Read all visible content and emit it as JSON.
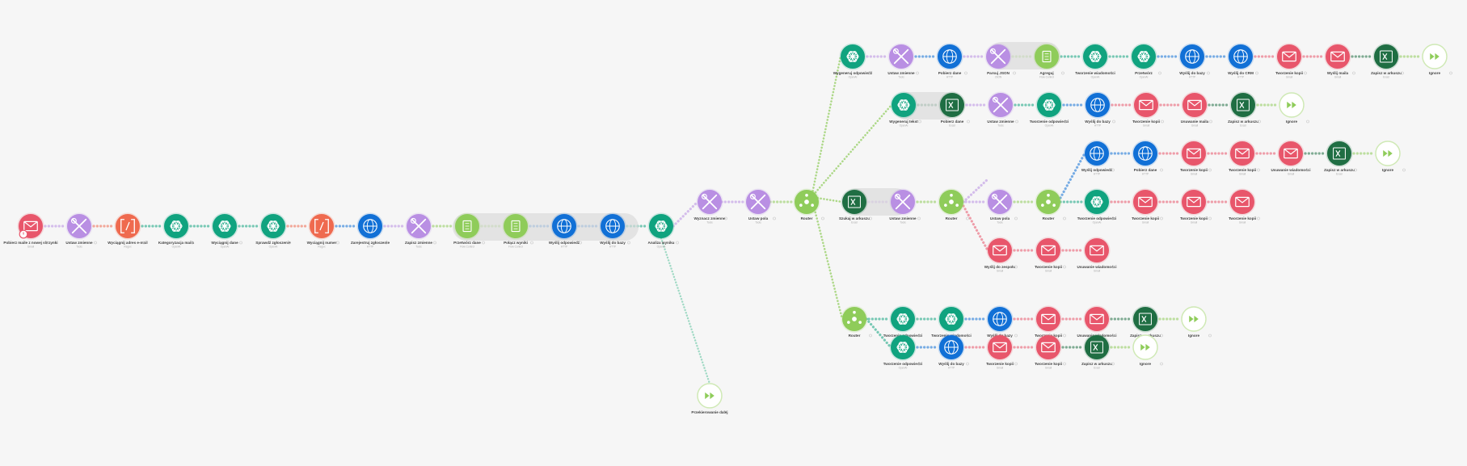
{
  "colors": {
    "canvas": "#f6f6f6",
    "email": "#e8566b",
    "tools": "#b98fe3",
    "regex": "#ef6a4f",
    "openai": "#10a37f",
    "http": "#1170d6",
    "router": "#8fcc5a",
    "excel": "#1f6e43",
    "flow": "#8fcc5a",
    "ignore": "#8fcc5a"
  },
  "main_row": [
    {
      "type": "email",
      "label": "Pobierz maile z nowej skrzynki",
      "sub": "Gmail"
    },
    {
      "type": "tools",
      "label": "Ustaw zmienne",
      "sub": "Tools"
    },
    {
      "type": "regex",
      "label": "Wyciągnij adres e-mail",
      "sub": "Regex"
    },
    {
      "type": "openai",
      "label": "Kategoryzacja maila",
      "sub": "OpenAI"
    },
    {
      "type": "openai",
      "label": "Wyciągnij dane",
      "sub": "OpenAI"
    },
    {
      "type": "openai",
      "label": "Sprawdź zgłoszenie",
      "sub": "OpenAI"
    },
    {
      "type": "regex",
      "label": "Wyciągnij numer",
      "sub": "Regex"
    },
    {
      "type": "http",
      "label": "Zarejestruj zgłoszenie",
      "sub": "HTTP"
    },
    {
      "type": "tools",
      "label": "Zapisz zmienne",
      "sub": "Tools"
    },
    {
      "type": "flow",
      "label": "Przetwórz dane",
      "sub": "Flow Control"
    },
    {
      "type": "flow",
      "label": "Połącz wyniki",
      "sub": "Flow Control"
    },
    {
      "type": "http",
      "label": "Wyślij odpowiedź",
      "sub": "HTTP"
    },
    {
      "type": "http",
      "label": "Wyślij do bazy",
      "sub": "HTTP"
    },
    {
      "type": "openai",
      "label": "Analiza wyniku",
      "sub": "OpenAI"
    }
  ],
  "branch_a": [
    {
      "type": "tools",
      "label": "Wyznacz zmienne",
      "sub": "Tools"
    },
    {
      "type": "tools",
      "label": "Ustaw pola",
      "sub": "Tools"
    },
    {
      "type": "router",
      "label": "Router",
      "sub": ""
    }
  ],
  "row1": [
    {
      "type": "openai",
      "label": "Wygeneruj odpowiedź",
      "sub": "OpenAI"
    },
    {
      "type": "tools",
      "label": "Ustaw zmienne",
      "sub": "Tools"
    },
    {
      "type": "http",
      "label": "Pobierz dane",
      "sub": "HTTP"
    },
    {
      "type": "tools",
      "label": "Parsuj JSON",
      "sub": "JSON"
    },
    {
      "type": "flow",
      "label": "Agreguj",
      "sub": "Flow Control"
    },
    {
      "type": "openai",
      "label": "Tworzenie wiadomości",
      "sub": "OpenAI"
    },
    {
      "type": "openai",
      "label": "Przetwórz",
      "sub": "OpenAI"
    },
    {
      "type": "http",
      "label": "Wyślij do bazy",
      "sub": "HTTP"
    },
    {
      "type": "http",
      "label": "Wyślij do CRM",
      "sub": "HTTP"
    },
    {
      "type": "email",
      "label": "Tworzenie kopii",
      "sub": "Gmail"
    },
    {
      "type": "email",
      "label": "Wyślij maila",
      "sub": "Gmail"
    },
    {
      "type": "excel",
      "label": "Zapisz w arkuszu",
      "sub": "Excel"
    },
    {
      "type": "ignore",
      "label": "Ignore",
      "sub": ""
    }
  ],
  "row2": [
    {
      "type": "openai",
      "label": "Wygeneruj tekst",
      "sub": "OpenAI"
    },
    {
      "type": "excel",
      "label": "Pobierz dane",
      "sub": "Excel"
    },
    {
      "type": "tools",
      "label": "Ustaw zmienne",
      "sub": "Tools"
    },
    {
      "type": "openai",
      "label": "Tworzenie odpowiedzi",
      "sub": "OpenAI"
    },
    {
      "type": "http",
      "label": "Wyślij do bazy",
      "sub": "HTTP"
    },
    {
      "type": "email",
      "label": "Tworzenie kopii",
      "sub": "Gmail"
    },
    {
      "type": "email",
      "label": "Usuwanie maila",
      "sub": "Gmail"
    },
    {
      "type": "excel",
      "label": "Zapisz w arkuszu",
      "sub": "Excel"
    },
    {
      "type": "ignore",
      "label": "Ignore",
      "sub": ""
    }
  ],
  "row3": [
    {
      "type": "http",
      "label": "Wyślij odpowiedź",
      "sub": "HTTP"
    },
    {
      "type": "http",
      "label": "Pobierz dane",
      "sub": "HTTP"
    },
    {
      "type": "email",
      "label": "Tworzenie kopii",
      "sub": "Gmail"
    },
    {
      "type": "email",
      "label": "Tworzenie kopii",
      "sub": "Gmail"
    },
    {
      "type": "email",
      "label": "Usuwanie wiadomości",
      "sub": "Gmail"
    },
    {
      "type": "excel",
      "label": "Zapisz w arkuszu",
      "sub": "Excel"
    },
    {
      "type": "ignore",
      "label": "Ignore",
      "sub": ""
    }
  ],
  "row4": [
    {
      "type": "excel",
      "label": "Szukaj w arkuszu",
      "sub": "Excel"
    },
    {
      "type": "tools",
      "label": "Ustaw zmienne",
      "sub": "Tools"
    },
    {
      "type": "router",
      "label": "Router",
      "sub": ""
    },
    {
      "type": "tools",
      "label": "Ustaw pola",
      "sub": "Tools"
    },
    {
      "type": "router",
      "label": "Router",
      "sub": ""
    }
  ],
  "row5": [
    {
      "type": "openai",
      "label": "Tworzenie odpowiedzi",
      "sub": "OpenAI"
    },
    {
      "type": "email",
      "label": "Tworzenie kopii",
      "sub": "Gmail"
    },
    {
      "type": "email",
      "label": "Tworzenie kopii",
      "sub": "Gmail"
    },
    {
      "type": "email",
      "label": "Tworzenie kopii",
      "sub": "Gmail"
    }
  ],
  "row6": [
    {
      "type": "email",
      "label": "Wyślij do zespołu",
      "sub": "Gmail"
    },
    {
      "type": "email",
      "label": "Tworzenie kopii",
      "sub": "Gmail"
    },
    {
      "type": "email",
      "label": "Usuwanie wiadomości",
      "sub": "Gmail"
    }
  ],
  "row7": [
    {
      "type": "router",
      "label": "Router",
      "sub": ""
    },
    {
      "type": "openai",
      "label": "Tworzenie odpowiedzi",
      "sub": "OpenAI"
    },
    {
      "type": "openai",
      "label": "Tworzenie wiadomości",
      "sub": "OpenAI"
    },
    {
      "type": "http",
      "label": "Wyślij do bazy",
      "sub": "HTTP"
    },
    {
      "type": "email",
      "label": "Tworzenie kopii",
      "sub": "Gmail"
    },
    {
      "type": "email",
      "label": "Usuwanie wiadomości",
      "sub": "Gmail"
    },
    {
      "type": "excel",
      "label": "Zapisz w arkuszu",
      "sub": "Excel"
    },
    {
      "type": "ignore",
      "label": "Ignore",
      "sub": ""
    }
  ],
  "row8": [
    {
      "type": "openai",
      "label": "Tworzenie odpowiedzi",
      "sub": "OpenAI"
    },
    {
      "type": "http",
      "label": "Wyślij do bazy",
      "sub": "HTTP"
    },
    {
      "type": "email",
      "label": "Tworzenie kopii",
      "sub": "Gmail"
    },
    {
      "type": "email",
      "label": "Tworzenie kopii",
      "sub": "Gmail"
    },
    {
      "type": "excel",
      "label": "Zapisz w arkuszu",
      "sub": "Excel"
    },
    {
      "type": "ignore",
      "label": "Ignore",
      "sub": ""
    }
  ],
  "bottom_node": {
    "type": "ignore",
    "label": "Przekierowanie dalej",
    "sub": ""
  }
}
